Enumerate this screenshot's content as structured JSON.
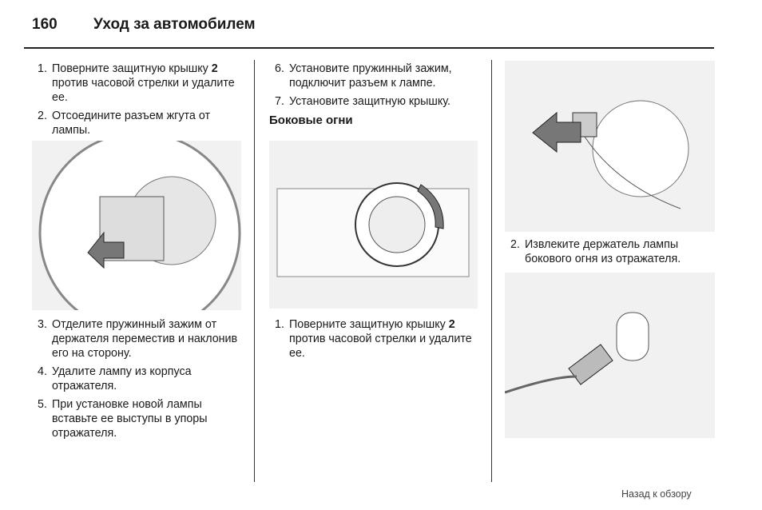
{
  "header": {
    "page_number": "160",
    "title": "Уход за автомобилем"
  },
  "col1": {
    "items_top": [
      {
        "num": "1.",
        "text": "Поверните защитную крышку ",
        "bold": "2",
        "text2": " против часовой стрелки и удалите ее."
      },
      {
        "num": "2.",
        "text": "Отсоедините разъем жгута от лампы."
      }
    ],
    "items_bottom": [
      {
        "num": "3.",
        "text": "Отделите пружинный зажим от держателя переместив и наклонив его на сторону."
      },
      {
        "num": "4.",
        "text": "Удалите лампу из корпуса отражателя."
      },
      {
        "num": "5.",
        "text": "При установке новой лампы вставьте ее выступы в упоры отражателя."
      }
    ]
  },
  "col2": {
    "items_top": [
      {
        "num": "6.",
        "text": "Установите пружинный зажим, подключит разъем к лампе."
      },
      {
        "num": "7.",
        "text": "Установите защитную крышку."
      }
    ],
    "heading": "Боковые огни",
    "items_bottom": [
      {
        "num": "1.",
        "text": "Поверните защитную крышку ",
        "bold": "2",
        "text2": " против часовой стрелки и удалите ее."
      }
    ]
  },
  "col3": {
    "items": [
      {
        "num": "2.",
        "text": "Извлеките держатель лампы бокового огня из отражателя."
      }
    ]
  },
  "footer": {
    "back_link": "Назад к обзору"
  }
}
